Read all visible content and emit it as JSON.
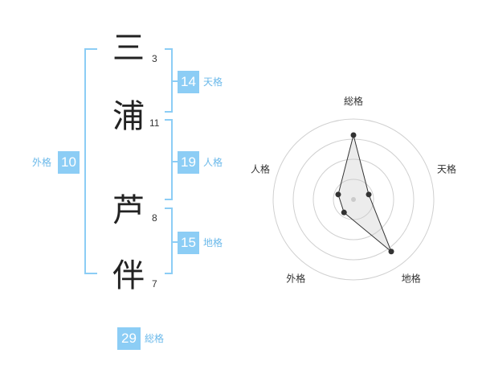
{
  "colors": {
    "accent": "#8ccdf5",
    "label_text": "#6bb9ea",
    "kanji_text": "#222222"
  },
  "name": {
    "characters": [
      {
        "char": "三",
        "strokes": "3"
      },
      {
        "char": "浦",
        "strokes": "11"
      },
      {
        "char": "芦",
        "strokes": "8"
      },
      {
        "char": "伴",
        "strokes": "7"
      }
    ]
  },
  "fortune": {
    "tenkaku": {
      "value": "14",
      "label": "天格"
    },
    "jinkaku": {
      "value": "19",
      "label": "人格"
    },
    "chikaku": {
      "value": "15",
      "label": "地格"
    },
    "gaikaku": {
      "value": "10",
      "label": "外格"
    },
    "soukaku": {
      "value": "29",
      "label": "総格"
    }
  },
  "chart_data": {
    "type": "radar",
    "axes": [
      "総格",
      "天格",
      "地格",
      "外格",
      "人格"
    ],
    "values": [
      4,
      1,
      4,
      1,
      1
    ],
    "max": 5,
    "rings": 4
  }
}
